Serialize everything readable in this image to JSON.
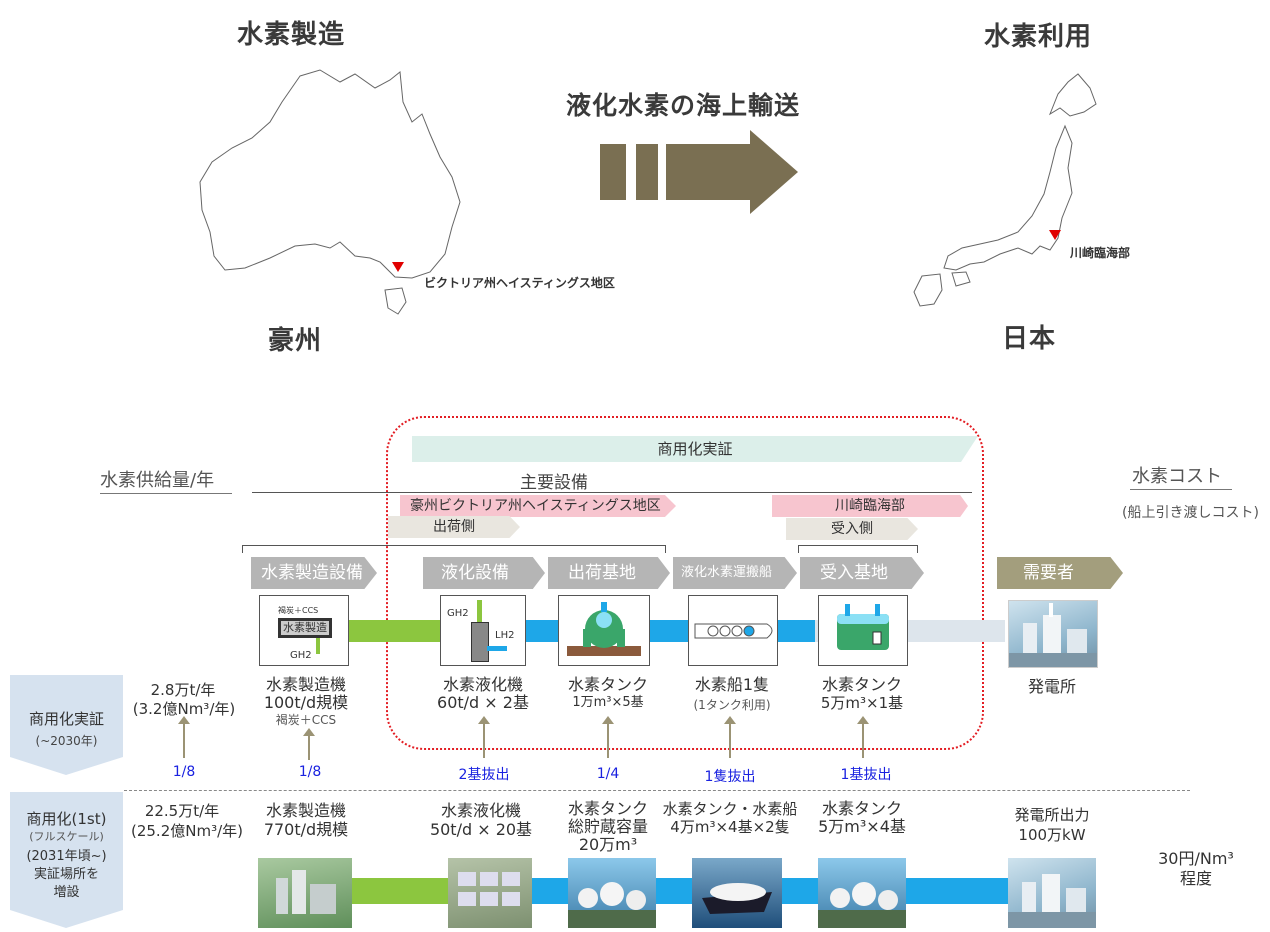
{
  "top": {
    "production_title": "水素製造",
    "usage_title": "水素利用",
    "transport_title": "液化水素の海上輸送",
    "australia_label": "豪州",
    "japan_label": "日本",
    "victoria_site": "ビクトリア州ヘイスティングス地区",
    "kawasaki_site": "川崎臨海部"
  },
  "headings": {
    "supply_label": "水素供給量/年",
    "cost_label": "水素コスト",
    "cost_note": "(船上引き渡しコスト)",
    "commercial_demo": "商用化実証",
    "main_facilities": "主要設備",
    "victoria_band": "豪州ビクトリア州ヘイスティングス地区",
    "kawasaki_band": "川崎臨海部",
    "shipping_side": "出荷側",
    "receiving_side": "受入側"
  },
  "stages": [
    {
      "label": "水素製造設備"
    },
    {
      "label": "液化設備"
    },
    {
      "label": "出荷基地"
    },
    {
      "label": "液化水素運搬船"
    },
    {
      "label": "受入基地"
    },
    {
      "label": "需要者"
    }
  ],
  "icons": {
    "production_box_top": "褐炭＋CCS",
    "production_box_main": "水素製造",
    "production_box_gh2": "GH2",
    "liq_gh2": "GH2",
    "liq_lh2": "LH2"
  },
  "phase1": {
    "name": "商用化実証",
    "period": "(~2030年)",
    "supply_line1": "2.8万t/年",
    "supply_line2": "(3.2億Nm³/年)",
    "items": [
      {
        "line1": "水素製造機",
        "line2": "100t/d規模",
        "line3": "褐炭＋CCS"
      },
      {
        "line1": "水素液化機",
        "line2": "60t/d × 2基",
        "line3": ""
      },
      {
        "line1": "水素タンク",
        "line2": "1万m³×5基",
        "line3": ""
      },
      {
        "line1": "水素船1隻",
        "line2": "(1タンク利用)",
        "line3": ""
      },
      {
        "line1": "水素タンク",
        "line2": "5万m³×1基",
        "line3": ""
      },
      {
        "line1": "発電所",
        "line2": "",
        "line3": ""
      }
    ]
  },
  "ratios": [
    "1/8",
    "1/8",
    "2基抜出",
    "1/4",
    "1隻抜出",
    "1基抜出"
  ],
  "phase2": {
    "name": "商用化(1st)",
    "sub1": "(フルスケール)",
    "sub2": "(2031年頃~)",
    "sub3": "実証場所を",
    "sub4": "増設",
    "supply_line1": "22.5万t/年",
    "supply_line2": "(25.2億Nm³/年)",
    "items": [
      {
        "line1": "水素製造機",
        "line2": "770t/d規模",
        "line3": ""
      },
      {
        "line1": "水素液化機",
        "line2": "50t/d × 20基",
        "line3": ""
      },
      {
        "line1": "水素タンク",
        "line2": "総貯蔵容量",
        "line3": "20万m³"
      },
      {
        "line1": "水素タンク・水素船",
        "line2": "4万m³×4基×2隻",
        "line3": ""
      },
      {
        "line1": "水素タンク",
        "line2": "5万m³×4基",
        "line3": ""
      },
      {
        "line1": "発電所出力",
        "line2": "100万kW",
        "line3": ""
      }
    ],
    "cost_line1": "30円/Nm³",
    "cost_line2": "程度"
  },
  "colors": {
    "arrow": "#7a6f52",
    "green_pipe": "#8cc63f",
    "blue_pipe": "#1ea7e8",
    "stage_gray": "#b5b5b5",
    "demo_box": "#e31e24"
  }
}
